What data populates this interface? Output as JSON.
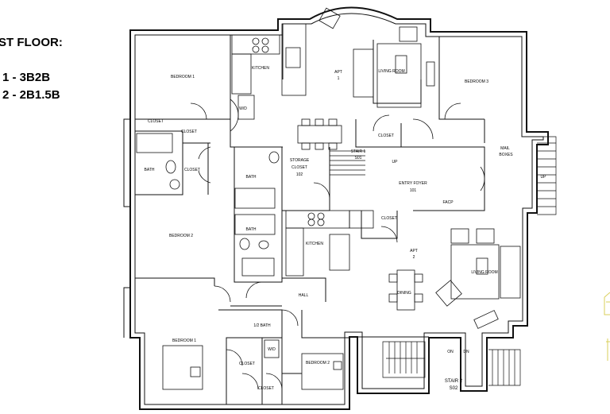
{
  "legend": {
    "heading": "ST FLOOR:",
    "unit1": "1 - 3B2B",
    "unit2": "2 - 2B1.5B"
  },
  "rooms": {
    "bedroom1_top": "BEDROOM 1",
    "kitchen_top": "KITCHEN",
    "apt1": "APT",
    "apt1_num": "1",
    "living_top": "LIVING ROOM",
    "bedroom3": "BEDROOM 3",
    "wd_top": "W/D",
    "closet_a": "CLOSET",
    "closet_b": "CLOSET",
    "closet_c": "CLOSET",
    "closet_d": "CLOSET",
    "bath_left": "BATH",
    "bath_mid": "BATH",
    "storage1": "STORAGE",
    "storage2": "CLOSET",
    "storage_num": "102",
    "stair1": "STAIR 1",
    "stair1_num": "S01",
    "entry": "ENTRY FOYER",
    "entry_num": "101",
    "facp": "FACP",
    "mail1": "MAIL",
    "mail2": "BOXES",
    "up_top": "UP",
    "up_right": "UP",
    "bedroom2": "BEDROOM 2",
    "bath_low": "BATH",
    "closet_e": "CLOSET",
    "kitchen_low": "KITCHEN",
    "apt2": "APT",
    "apt2_num": "2",
    "living_low": "LIVING ROOM",
    "dining": "DINING",
    "hall": "HALL",
    "half_bath": "1/2 BATH",
    "bedroom1_low": "BEDROOM 1",
    "bedroom2_low": "BEDROOM 2",
    "wd_low": "W/D",
    "closet_f": "CLOSET",
    "closet_g": "CLOSET",
    "stair2": "STAIR 2",
    "stair2_num": "S02",
    "on": "ON",
    "dn": "DN"
  }
}
